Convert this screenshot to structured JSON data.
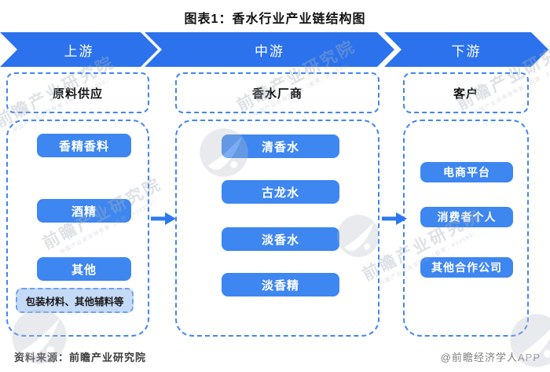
{
  "title": "图表1：香水行业产业链结构图",
  "banners": [
    {
      "label": "上游"
    },
    {
      "label": "中游"
    },
    {
      "label": "下游"
    }
  ],
  "columns": [
    {
      "header": "原料供应",
      "items": [
        "香精香料",
        "酒精",
        "其他"
      ],
      "note": "包装材料、其他辅料等"
    },
    {
      "header": "香水厂商",
      "items": [
        "清香水",
        "古龙水",
        "淡香水",
        "淡香精"
      ]
    },
    {
      "header": "客户",
      "items": [
        "电商平台",
        "消费者个人",
        "其他合作公司"
      ]
    }
  ],
  "footer": {
    "source": "资料来源：前瞻产业研究院",
    "credit": "@前瞻经济学人APP"
  },
  "watermark": {
    "main": "前瞻产业研究院",
    "sub": "中国产业咨询领导者（股票：839599）"
  },
  "colors": {
    "banner_blue": "#2b72ec",
    "chip_blue": "#3e86f0",
    "dashed_border_blue": "#4285f4",
    "note_bg": "#c5daf7"
  }
}
